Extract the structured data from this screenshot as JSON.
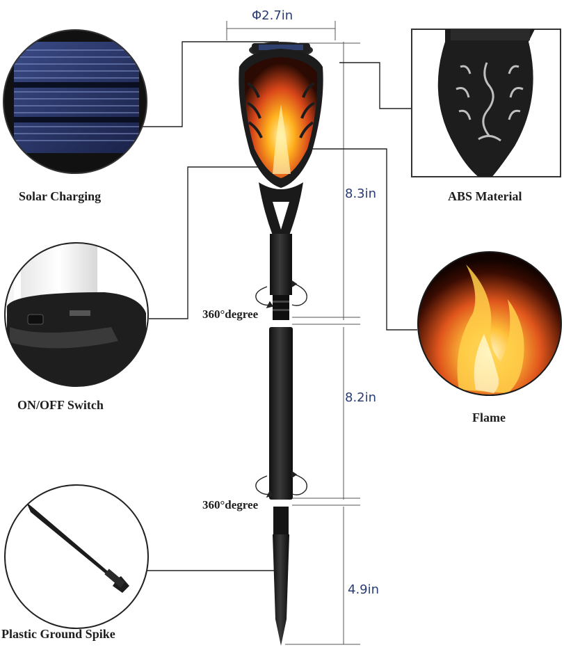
{
  "dimensions": {
    "diameter": "Φ2.7in",
    "top_height": "8.3in",
    "middle_height": "8.2in",
    "spike_height": "4.9in"
  },
  "rotation": {
    "upper_label": "360°degree",
    "lower_label": "360°degree"
  },
  "features": {
    "solar": "Solar Charging",
    "abs": "ABS Material",
    "switch": "ON/OFF Switch",
    "flame": "Flame",
    "spike": "Plastic Ground Spike"
  },
  "colors": {
    "dimension_text": "#2a3c74",
    "label_text": "#1e1e1e",
    "flame_core": "#fff2a6",
    "flame_mid": "#ffb21e",
    "flame_outer": "#d8461a",
    "torch_body": "#1c1c1c"
  }
}
